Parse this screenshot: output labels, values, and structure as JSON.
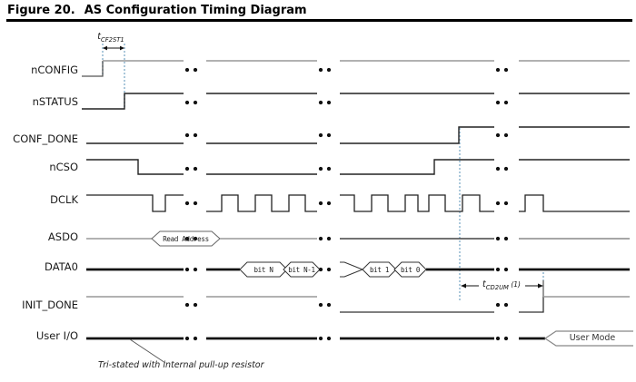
{
  "figure": {
    "label": "Figure 20.",
    "title": "AS Configuration Timing Diagram"
  },
  "colors": {
    "reference_line_blue": "#8fb6cf",
    "signal_black": "#222222",
    "signal_gray": "#999999",
    "bus_thick_black": "#111111"
  },
  "timing": {
    "cf2st1": {
      "symbol": "t",
      "sub": "CF2ST1",
      "suffix": ""
    },
    "cd2um": {
      "symbol": "t",
      "sub": "CD2UM",
      "suffix": " (1)"
    }
  },
  "bus_values": {
    "asdo": "Read Address",
    "data0": [
      "bit N",
      "bit N-1",
      "bit 1",
      "bit 0"
    ],
    "user_io": "User Mode"
  },
  "annotation": "Tri-stated with internal pull-up resistor",
  "signals": [
    {
      "name": "nCONFIG",
      "type": "single",
      "behavior": "low at start, rises at first reference line, high (gray) for remainder"
    },
    {
      "name": "nSTATUS",
      "type": "single",
      "behavior": "low at start, rises tCF2ST1 after nCONFIG rise, high for remainder"
    },
    {
      "name": "CONF_DONE",
      "type": "single",
      "behavior": "low during configuration, rises near end (blue reference line), high for remainder"
    },
    {
      "name": "nCSO",
      "type": "single",
      "behavior": "high briefly at start, falls low during configuration, rises again before CONF_DONE"
    },
    {
      "name": "DCLK",
      "type": "clock",
      "behavior": "idles high, clock pulses during configuration data loading, stops low after final pulse"
    },
    {
      "name": "ASDO",
      "type": "bus",
      "behavior": "drives Read Address value near start, idle otherwise"
    },
    {
      "name": "DATA0",
      "type": "bus",
      "behavior": "serial data bits: bit N, bit N-1 ... bit 1, bit 0"
    },
    {
      "name": "INIT_DONE",
      "type": "single",
      "behavior": "high at start, low during configuration, rises tCD2UM after CONF_DONE"
    },
    {
      "name": "User I/O",
      "type": "bus",
      "behavior": "tri-stated with internal pull-up resistor, enters User Mode at end"
    }
  ],
  "time_breaks": {
    "count": 3,
    "style": "three dots",
    "positions": [
      "after start",
      "mid configuration",
      "before completion"
    ]
  }
}
